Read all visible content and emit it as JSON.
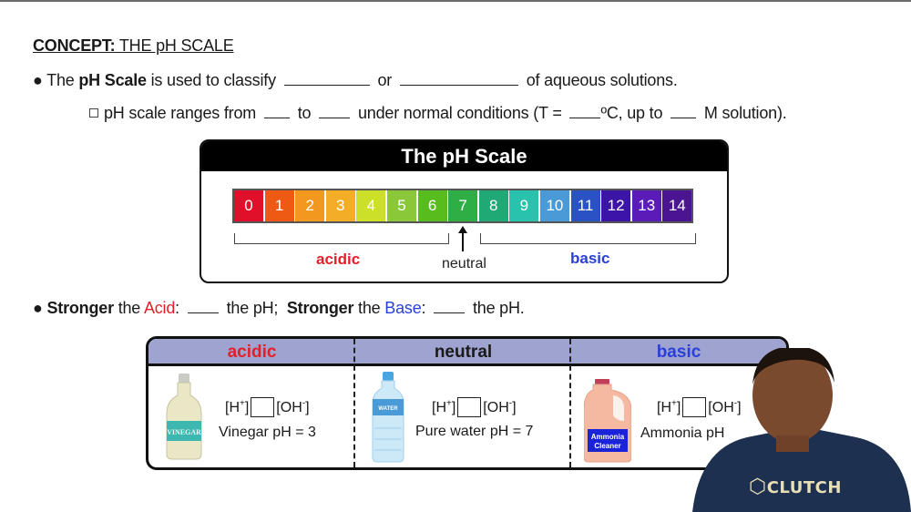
{
  "concept": {
    "label": "CONCEPT:",
    "title": " THE pH SCALE"
  },
  "bullet1": {
    "prefix": "The ",
    "bold": "pH Scale",
    "middle": " is used to classify",
    "or": "or",
    "suffix": "of aqueous solutions."
  },
  "sub1": {
    "a": "pH scale ranges from",
    "b": "to",
    "c": "under normal conditions (T =",
    "d": "ºC, up to",
    "e": "M solution)."
  },
  "scale": {
    "title": "The pH Scale",
    "cells": [
      {
        "v": "0",
        "color": "#e0102a"
      },
      {
        "v": "1",
        "color": "#ee5a14"
      },
      {
        "v": "2",
        "color": "#f3981f"
      },
      {
        "v": "3",
        "color": "#f4ad27"
      },
      {
        "v": "4",
        "color": "#cce02a"
      },
      {
        "v": "5",
        "color": "#8ac83a"
      },
      {
        "v": "6",
        "color": "#58bb1e"
      },
      {
        "v": "7",
        "color": "#2fae45"
      },
      {
        "v": "8",
        "color": "#20a875"
      },
      {
        "v": "9",
        "color": "#29c2ac"
      },
      {
        "v": "10",
        "color": "#4a9ad8"
      },
      {
        "v": "11",
        "color": "#2a52c4"
      },
      {
        "v": "12",
        "color": "#3d14a8"
      },
      {
        "v": "13",
        "color": "#5a1bb8"
      },
      {
        "v": "14",
        "color": "#4a1492"
      }
    ],
    "acidic": "acidic",
    "neutral": "neutral",
    "basic": "basic"
  },
  "bullet2": {
    "s1": "Stronger",
    "t1": " the ",
    "acid": "Acid",
    "t2": ":",
    "t3": "the pH;",
    "s2": "Stronger",
    "t4": " the ",
    "base": "Base",
    "t5": ":",
    "t6": "the pH."
  },
  "table": {
    "headers": [
      "acidic",
      "neutral",
      "basic"
    ],
    "formula": {
      "h": "[H",
      "hsup": "+",
      "hclose": "]",
      "oh": "[OH",
      "ohsup": "-",
      "ohclose": "]"
    },
    "rows": [
      {
        "desc": "Vinegar pH = 3",
        "bottle_label": "VINEGAR"
      },
      {
        "desc": "Pure water pH = 7",
        "bottle_label": "WATER"
      },
      {
        "desc": "Ammonia pH",
        "bottle_label1": "Ammonia",
        "bottle_label2": "Cleaner"
      }
    ]
  },
  "presenter": {
    "shirt_text": "CLUTCH"
  }
}
